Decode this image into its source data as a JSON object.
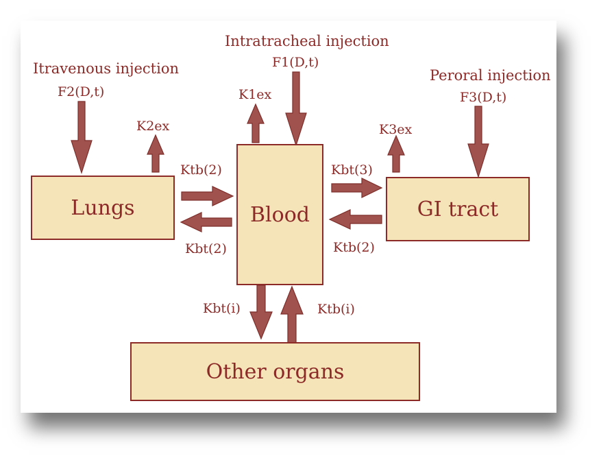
{
  "nodes": {
    "lungs": "Lungs",
    "blood": "Blood",
    "gi": "GI tract",
    "other": "Other organs"
  },
  "inputs": {
    "itravenous": {
      "name": "Itravenous injection",
      "fn": "F2(D,t)"
    },
    "intratracheal": {
      "name": "Intratracheal injection",
      "fn": "F1(D,t)"
    },
    "peroral": {
      "name": "Peroral injection",
      "fn": "F3(D,t)"
    }
  },
  "rates": {
    "k1ex": "K1ex",
    "k2ex": "K2ex",
    "k3ex": "K3ex",
    "lung_to_blood": "Ktb(2)",
    "blood_to_lung": "Kbt(2)",
    "blood_to_gi": "Kbt(3)",
    "gi_to_blood": "Ktb(2)",
    "blood_to_other": "Kbt(i)",
    "other_to_blood": "Ktb(i)"
  },
  "colors": {
    "box_fill": "#f6e4b9",
    "stroke": "#8b2a27",
    "arrow": "#a0524f"
  }
}
